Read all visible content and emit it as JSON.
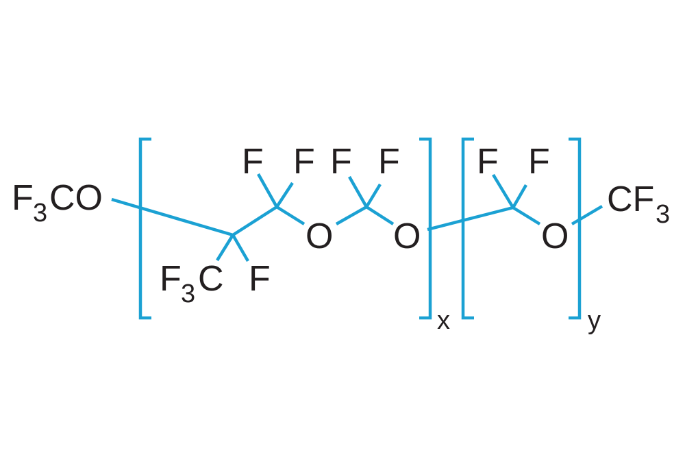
{
  "structure": {
    "left_end": {
      "main": "F",
      "sub": "3",
      "rest": "CO"
    },
    "unit_x": {
      "atoms": {
        "f1": "F",
        "f2": "F",
        "f3": "F",
        "f4": "F",
        "f5": "F",
        "cf3_f": "F",
        "cf3_sub": "3",
        "cf3_c": "C",
        "o1": "O",
        "o2": "O"
      },
      "subscript": "x"
    },
    "unit_y": {
      "atoms": {
        "f1": "F",
        "f2": "F",
        "o1": "O"
      },
      "subscript": "y"
    },
    "right_end": {
      "main": "CF",
      "sub": "3"
    }
  },
  "colors": {
    "bonds": "#1ba1d3",
    "atoms": "#231f20"
  }
}
